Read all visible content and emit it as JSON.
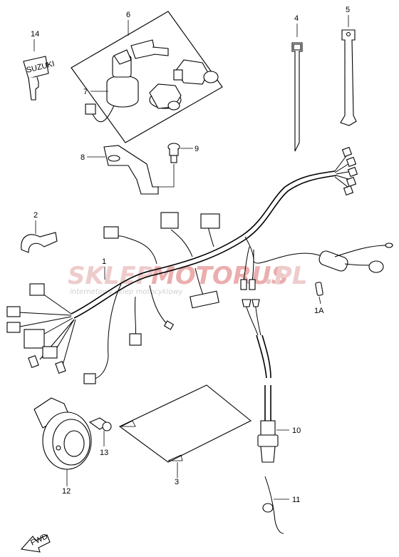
{
  "callouts": {
    "c1": "1",
    "c1a": "1A",
    "c2": "2",
    "c3": "3",
    "c4": "4",
    "c5": "5",
    "c6": "6",
    "c7": "7",
    "c8": "8",
    "c9": "9",
    "c10": "10",
    "c11": "11",
    "c12": "12",
    "c13": "13",
    "c14": "14"
  },
  "key_stamp": "SUZUKI",
  "watermark": {
    "brand_prefix": "SKLEP",
    "brand_suffix": "MOTORUS",
    "domain": ".PL",
    "tagline": "internetowy sklep motocyklowy",
    "brand_color": "#e8b4b4",
    "tagline_color": "#c8c8c8"
  },
  "fwd_label": "FWD"
}
